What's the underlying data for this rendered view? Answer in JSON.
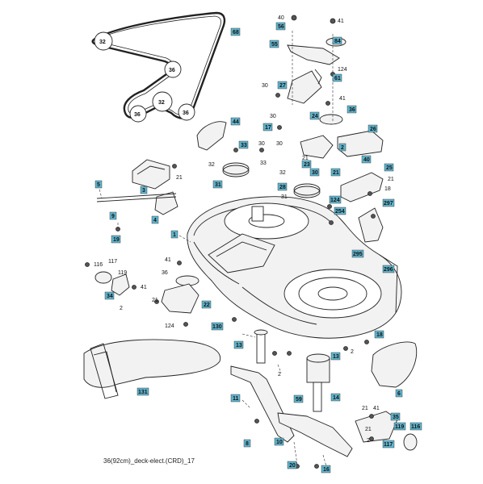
{
  "caption": "36(92cm)_deck-elect.(CRD)_17",
  "colors": {
    "box_fill": "#62b6cf",
    "line": "#222222",
    "light_fill": "#f2f2f2"
  },
  "labels": {
    "b68": "68",
    "c32a": "32",
    "c36a": "36",
    "c32b": "32",
    "c36b": "36",
    "c36c": "36",
    "l40": "40",
    "l41a": "41",
    "b56": "56",
    "b84": "84",
    "b55": "55",
    "l124a": "124",
    "b61": "61",
    "l30a": "30",
    "b27": "27",
    "l41b": "41",
    "b36a": "36",
    "l30b": "30",
    "b17": "17",
    "b24": "24",
    "b26": "26",
    "b2a": "2",
    "b40": "40",
    "b44": "44",
    "b33": "33",
    "l30c": "30",
    "l30d": "30",
    "l21a": "21",
    "b25": "25",
    "l32a": "32",
    "b31a": "31",
    "l33": "33",
    "l32b": "32",
    "b30": "30",
    "b23": "23",
    "b21": "21",
    "l21b": "21",
    "l18a": "18",
    "b28": "28",
    "b124": "124",
    "l31": "31",
    "b297": "297",
    "b254": "254",
    "b5": "5",
    "b3": "3",
    "l21c": "21",
    "b9": "9",
    "b4": "4",
    "b19": "19",
    "b1": "1",
    "b295": "295",
    "b296": "296",
    "l116a": "116",
    "l117a": "117",
    "l41c": "41",
    "l119a": "119",
    "l36": "36",
    "l41d": "41",
    "l21d": "21",
    "b34": "34",
    "l2a": "2",
    "b22": "22",
    "l124b": "124",
    "b130": "130",
    "b13a": "13",
    "b13b": "13",
    "l2b": "2",
    "b18": "18",
    "b131": "131",
    "b11": "11",
    "b59": "59",
    "b14": "14",
    "b6": "6",
    "l21e": "21",
    "l41e": "41",
    "b35": "35",
    "b119": "119",
    "b116": "116",
    "l21f": "21",
    "b117": "117",
    "b8": "8",
    "b10": "10",
    "b20": "20",
    "b16": "16",
    "l2c": "2",
    "l2d": "2"
  }
}
